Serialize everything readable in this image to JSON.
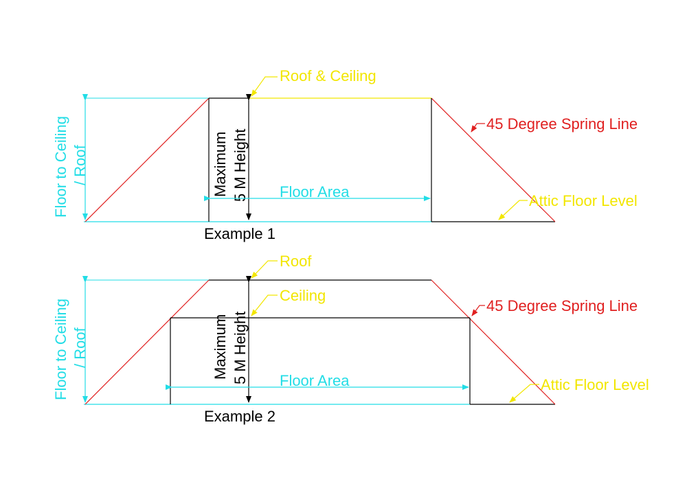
{
  "colors": {
    "annotation_yellow": "#f2e600",
    "spring_red": "#e02020",
    "dimension_cyan": "#22dde6",
    "outline_black": "#000000"
  },
  "example1": {
    "caption": "Example 1",
    "roof_ceiling_label": "Roof & Ceiling",
    "spring_line_label": "45 Degree Spring Line",
    "floor_area_label": "Floor Area",
    "attic_floor_label": "Attic Floor Level",
    "max_height_line1": "Maximum",
    "max_height_line2": "5 M Height",
    "floor_to_ceiling_line1": "Floor to Ceiling",
    "floor_to_ceiling_line2": "/ Roof"
  },
  "example2": {
    "caption": "Example 2",
    "roof_label": "Roof",
    "ceiling_label": "Ceiling",
    "spring_line_label": "45 Degree Spring Line",
    "floor_area_label": "Floor Area",
    "attic_floor_label": "Attic Floor Level",
    "max_height_line1": "Maximum",
    "max_height_line2": "5 M Height",
    "floor_to_ceiling_line1": "Floor to Ceiling",
    "floor_to_ceiling_line2": "/ Roof"
  }
}
